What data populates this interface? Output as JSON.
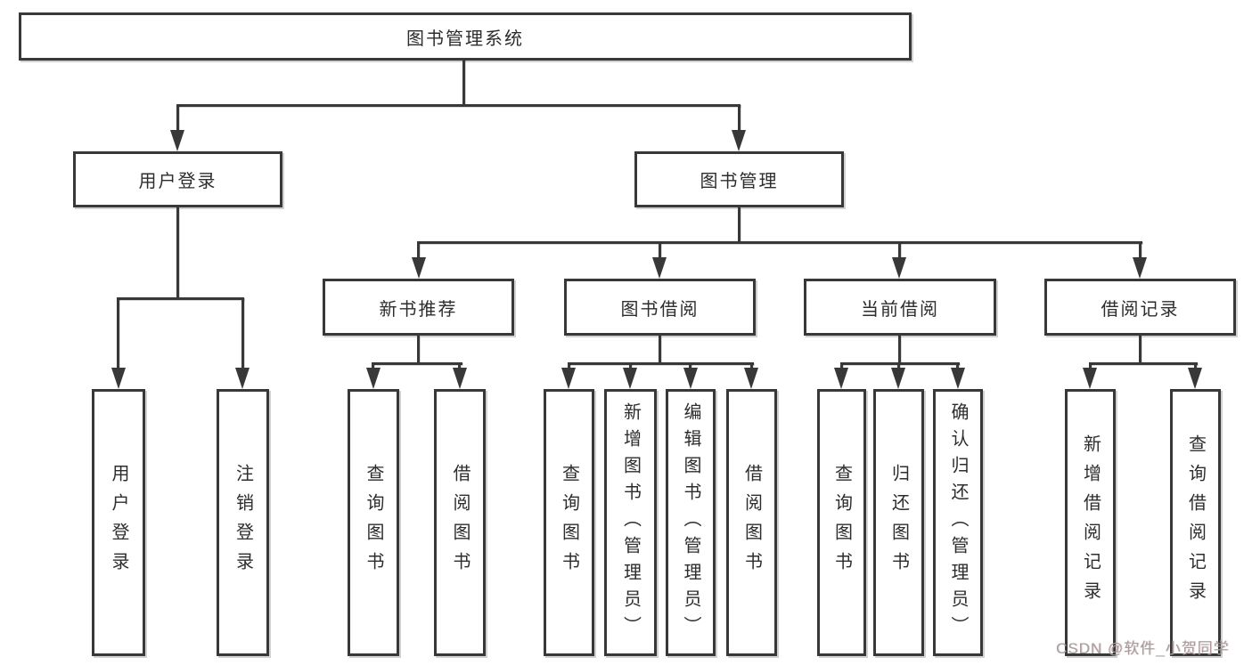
{
  "nodes": {
    "root": "图书管理系统",
    "level1": [
      "用户登录",
      "图书管理"
    ],
    "level2": [
      "新书推荐",
      "图书借阅",
      "当前借阅",
      "借阅记录"
    ],
    "leaves": {
      "user_login": [
        "用户登录",
        "注销登录"
      ],
      "new_book": [
        "查询图书",
        "借阅图书"
      ],
      "book_borrow": [
        "查询图书",
        "新增图书（管理员）",
        "编辑图书（管理员）",
        "借阅图书"
      ],
      "current_borrow": [
        "查询图书",
        "归还图书",
        "确认归还（管理员）"
      ],
      "borrow_record": [
        "新增借阅记录",
        "查询借阅记录"
      ]
    }
  },
  "watermark": "CSDN @软件_小贺同学",
  "colors": {
    "line": "#383838",
    "text": "#2d2d2d",
    "watermark": "#a0a0a0",
    "background": "#ffffff"
  }
}
